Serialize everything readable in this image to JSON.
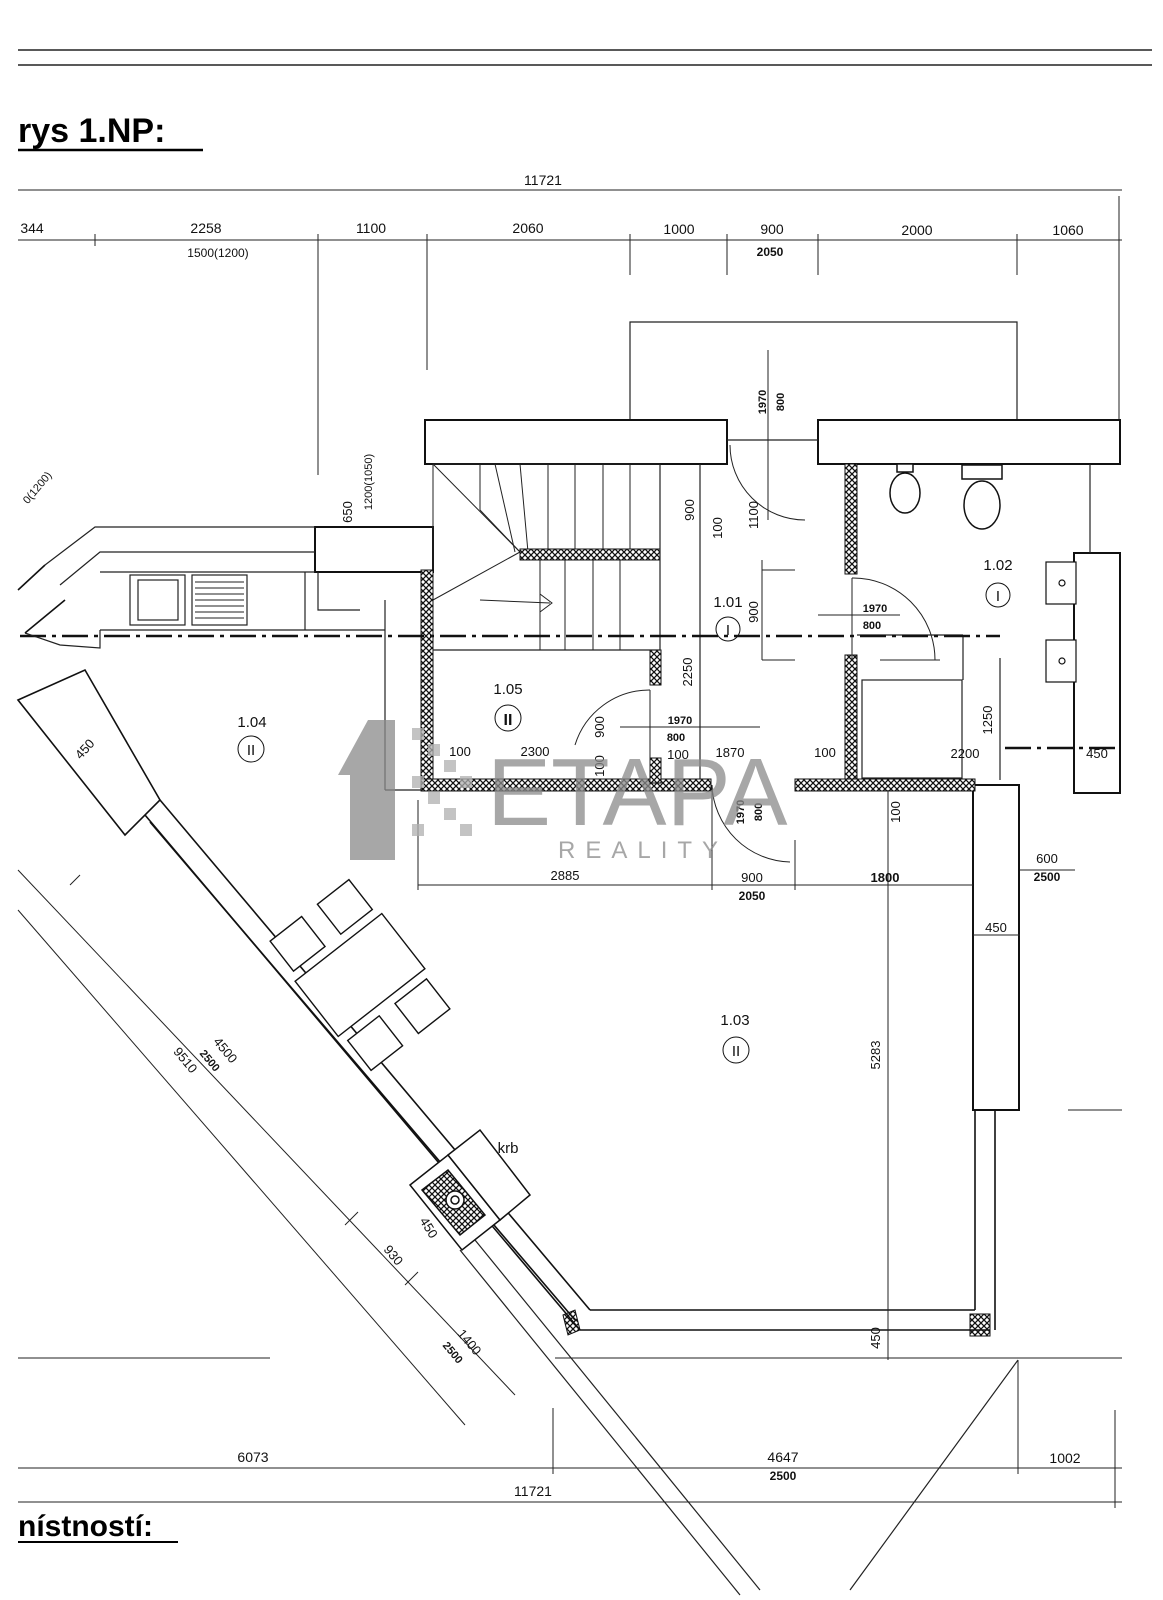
{
  "headings": {
    "title": "rys 1.NP:",
    "footer": "nístností:"
  },
  "watermark": {
    "brand": "ETAPA",
    "sub": "REALITY",
    "color": "#9a9a9a"
  },
  "top_dims": {
    "total": "11721",
    "segments": [
      "344",
      "2258",
      "1100",
      "2060",
      "1000",
      "900",
      "2000",
      "1060"
    ],
    "sub_left": "1500(1200)",
    "sub_mid": "2050"
  },
  "bottom_dims": {
    "total": "11721",
    "segments": [
      "6073",
      "4647",
      "1002"
    ],
    "sub_mid": "2500"
  },
  "rooms": [
    {
      "id": "1.01",
      "class": "I"
    },
    {
      "id": "1.02",
      "class": "I"
    },
    {
      "id": "1.03",
      "class": "II"
    },
    {
      "id": "1.04",
      "class": "II"
    },
    {
      "id": "1.05",
      "class": "II"
    }
  ],
  "labels": {
    "fireplace": "krb",
    "window_left": "650",
    "window_left_sub": "1200(1050)",
    "left_edge": "0(1200)",
    "d1970a": "1970",
    "d800a": "800",
    "d1970b": "1970",
    "d800b": "800",
    "d1970c": "1970",
    "d800c": "800",
    "d1970d": "1970",
    "d800d": "800",
    "v900a": "900",
    "v100a": "100",
    "v1100": "1100",
    "v900b": "900",
    "v2250": "2250",
    "v900c": "900",
    "v100b": "100",
    "h100a": "100",
    "h2300": "2300",
    "h100b": "100",
    "h1870": "1870",
    "h100c": "100",
    "h2200": "2200",
    "h450a": "450",
    "v1250": "1250",
    "v100c": "100",
    "w450a": "450",
    "w450b": "450",
    "w450c": "450",
    "v450": "450",
    "h2885": "2885",
    "h900": "900",
    "h2050": "2050",
    "h1800": "1800",
    "h600": "600",
    "h2500": "2500",
    "v5283": "5283",
    "diag4500": "4500",
    "diag2500a": "2500",
    "diag9510": "9510",
    "diag930": "930",
    "diag1400": "1400",
    "diag2500b": "2500"
  }
}
